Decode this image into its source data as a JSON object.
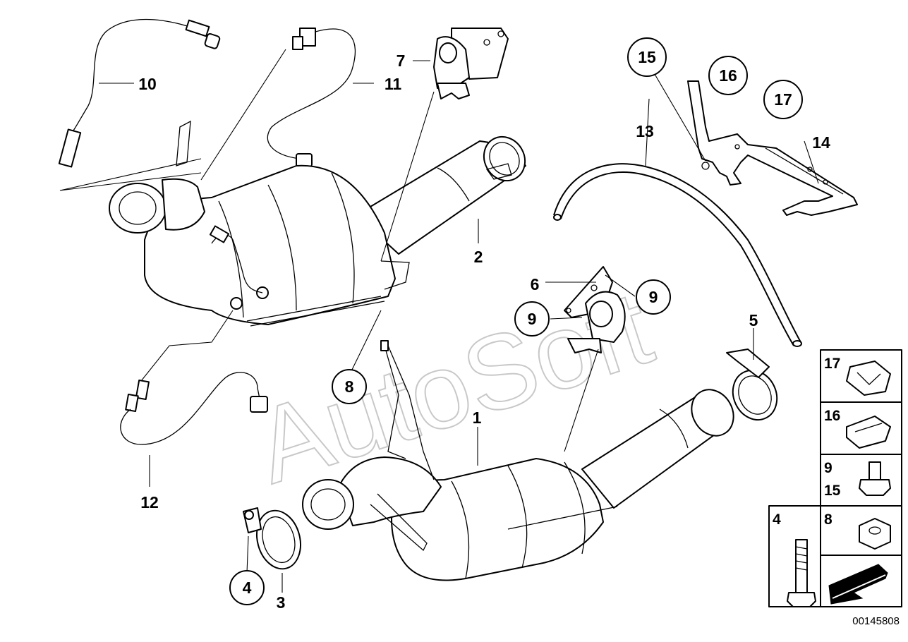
{
  "watermark": "AutoSoft",
  "reference_number": "00145808",
  "callouts": {
    "c1": "1",
    "c2": "2",
    "c3": "3",
    "c4": "4",
    "c5": "5",
    "c6": "6",
    "c7": "7",
    "c8": "8",
    "c9a": "9",
    "c9b": "9",
    "c10": "10",
    "c11": "11",
    "c12": "12",
    "c13": "13",
    "c14": "14",
    "c15": "15",
    "c16": "16",
    "c17": "17"
  },
  "legend": {
    "r17": "17",
    "r16": "16",
    "r9_15_top": "9",
    "r9_15_bottom": "15",
    "r4": "4",
    "r8": "8"
  }
}
